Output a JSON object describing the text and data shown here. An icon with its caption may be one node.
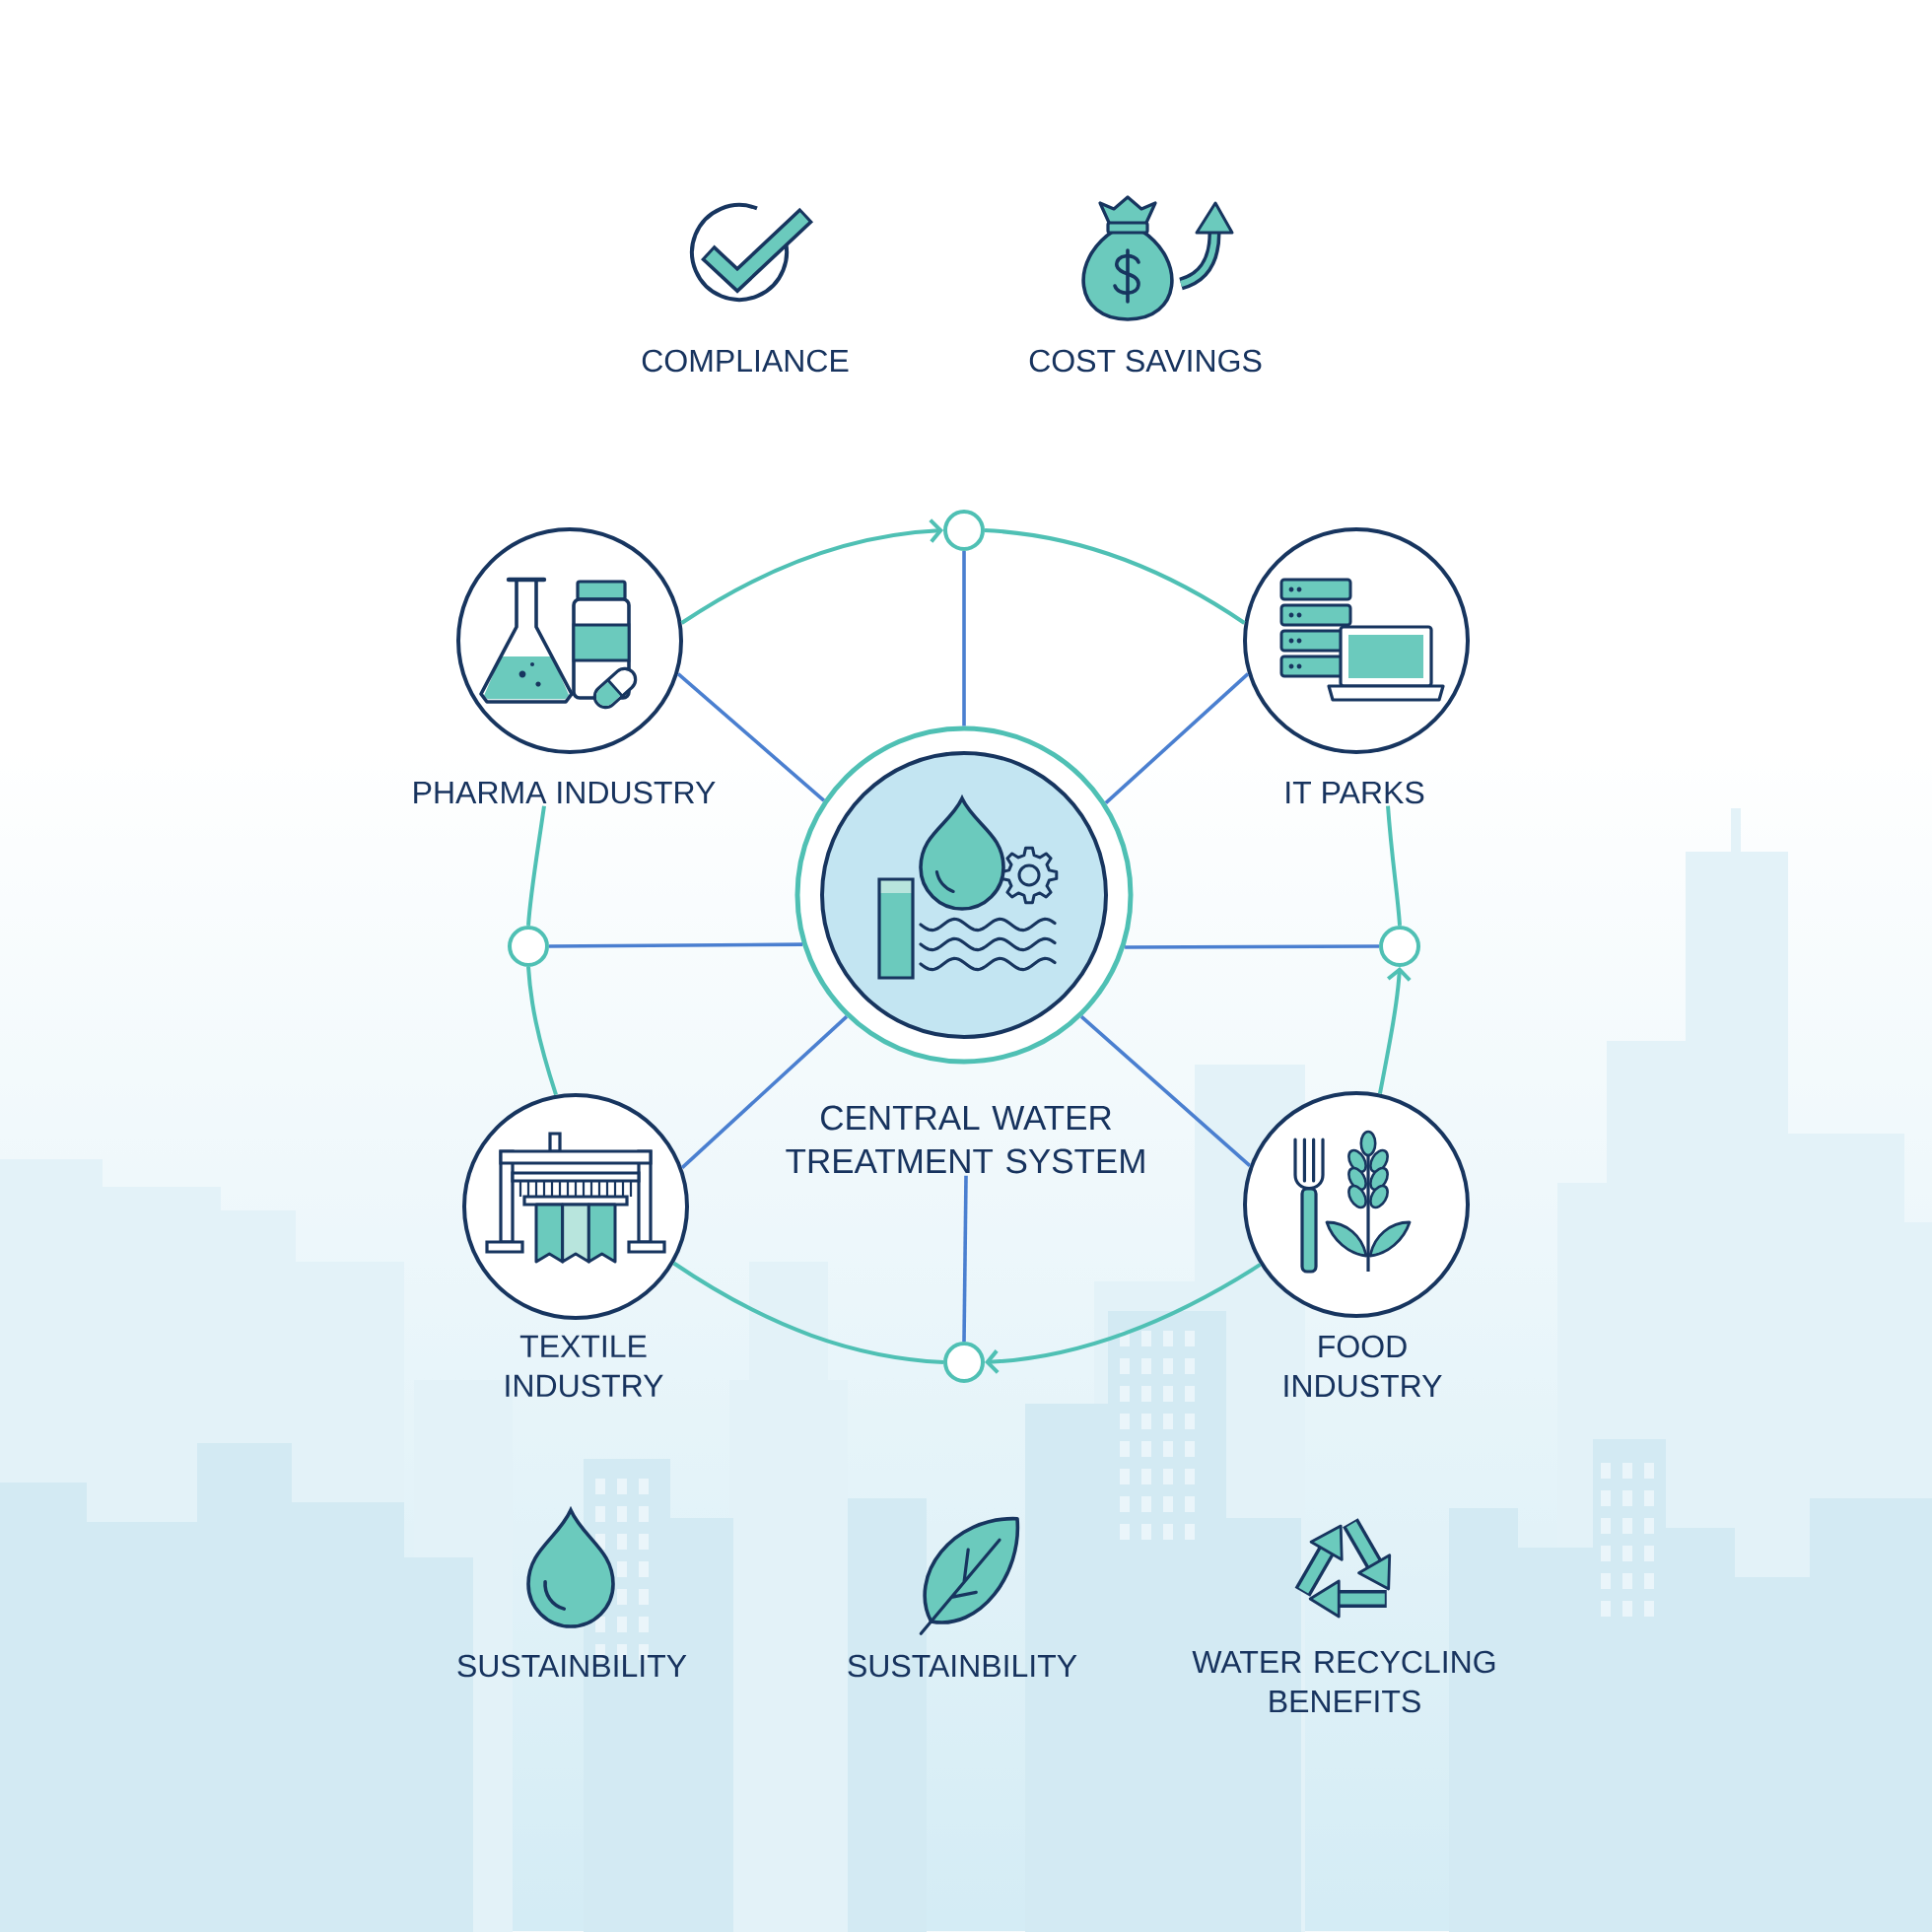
{
  "diagram": {
    "nodes": [
      {
        "text": [],
        "shape": "circle"
      },
      {
        "text": [
          "PHARMA INDUSTRY"
        ]
      },
      {
        "text": [
          "IT PARKS"
        ]
      },
      {
        "text": [
          "CENTRAL WATER TREATMENT SYSTEM"
        ]
      },
      {
        "text": [],
        "shape": "circle"
      },
      {
        "text": [],
        "shape": "circle"
      },
      {
        "text": [
          "TEXTILE INDUSTRY"
        ]
      },
      {
        "text": [
          "FOOD INDUSTRY"
        ]
      },
      {
        "text": [],
        "shape": "circle"
      }
    ],
    "edges": [
      {
        "from": 3,
        "to": 0,
        "arrow": "none",
        "color": "#4a7fd0"
      },
      {
        "from": 3,
        "to": 1,
        "arrow": "none",
        "color": "#4a7fd0"
      },
      {
        "from": 3,
        "to": 2,
        "arrow": "none",
        "color": "#4a7fd0"
      },
      {
        "from": 3,
        "to": 4,
        "arrow": "none",
        "color": "#4a7fd0"
      },
      {
        "from": 3,
        "to": 5,
        "arrow": "none",
        "color": "#4a7fd0"
      },
      {
        "from": 3,
        "to": 6,
        "arrow": "none",
        "color": "#4a7fd0"
      },
      {
        "from": 3,
        "to": 7,
        "arrow": "none",
        "color": "#4a7fd0"
      },
      {
        "from": 3,
        "to": 8,
        "arrow": "none",
        "color": "#4a7fd0"
      },
      {
        "from": 1,
        "to": 0,
        "arrow": "to"
      },
      {
        "from": 0,
        "to": 2,
        "arrow": "none"
      },
      {
        "from": 2,
        "to": 5,
        "arrow": "none"
      },
      {
        "from": 7,
        "to": 5,
        "arrow": "to"
      },
      {
        "from": 7,
        "to": 8,
        "arrow": "to"
      },
      {
        "from": 8,
        "to": 6,
        "arrow": "none"
      },
      {
        "from": 6,
        "to": 4,
        "arrow": "none"
      },
      {
        "from": 4,
        "to": 1,
        "arrow": "none"
      }
    ],
    "labels": [
      "COMPLIANCE",
      "COST SAVINGS",
      "SUSTAINBILITY",
      "SUSTAINBILITY",
      "WATER RECYCLING BENEFITS"
    ]
  }
}
